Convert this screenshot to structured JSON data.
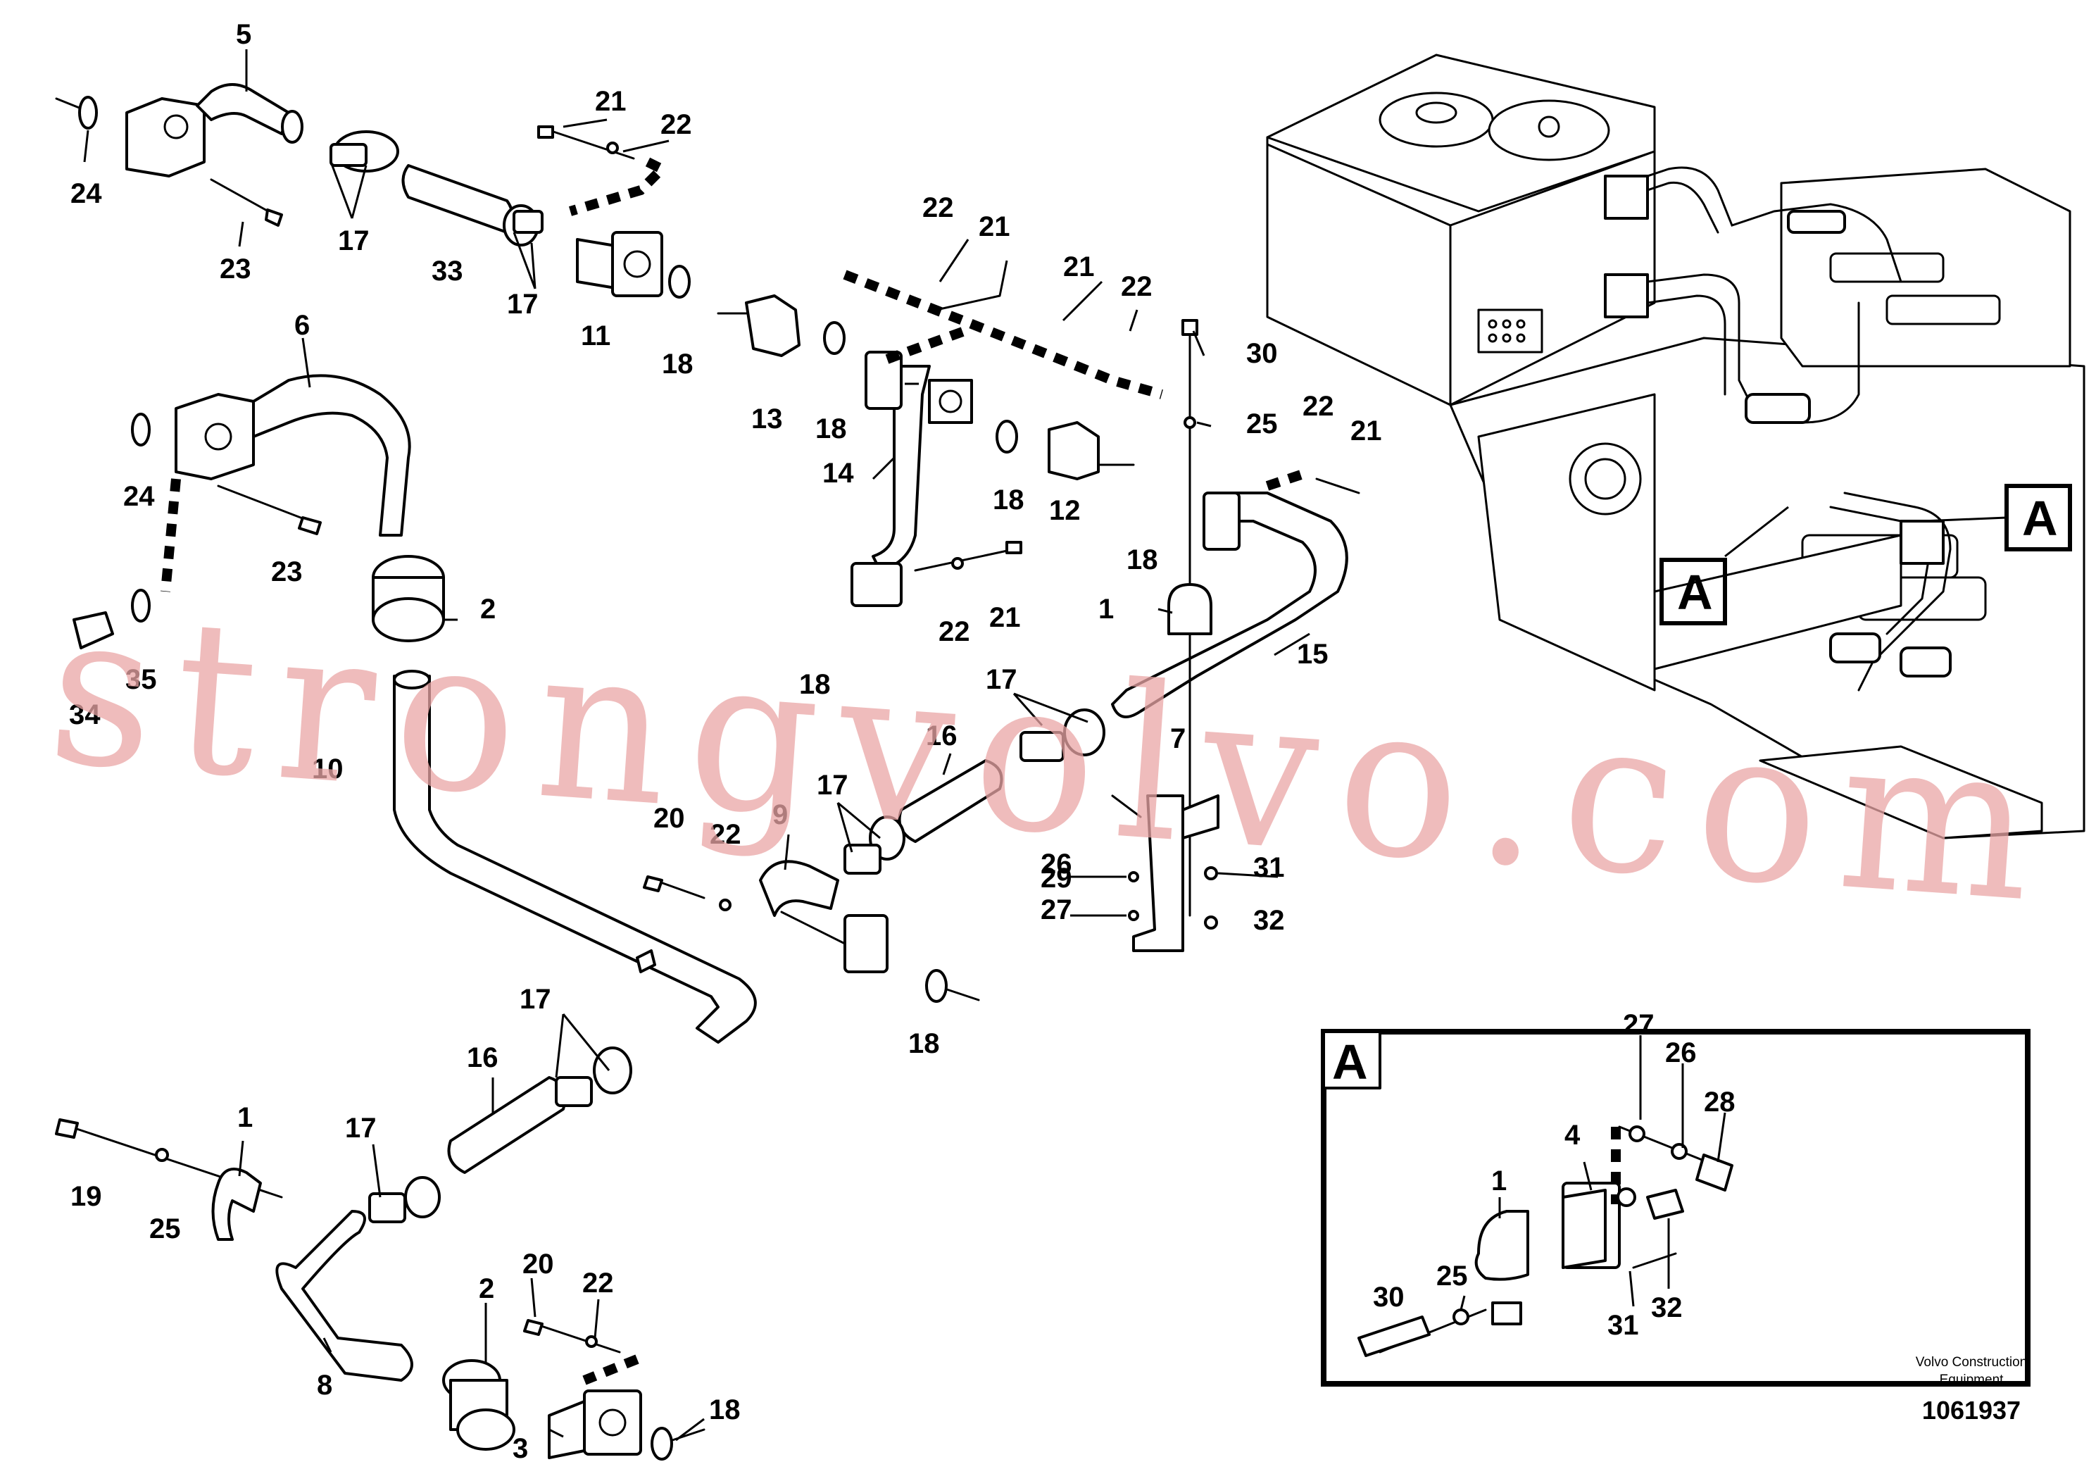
{
  "diagram": {
    "callouts": [
      {
        "id": "c5",
        "text": "5"
      },
      {
        "id": "c24a",
        "text": "24"
      },
      {
        "id": "c23a",
        "text": "23"
      },
      {
        "id": "c17a",
        "text": "17"
      },
      {
        "id": "c33",
        "text": "33"
      },
      {
        "id": "c17b",
        "text": "17"
      },
      {
        "id": "c11",
        "text": "11"
      },
      {
        "id": "c21a",
        "text": "21"
      },
      {
        "id": "c22a",
        "text": "22"
      },
      {
        "id": "c18a",
        "text": "18"
      },
      {
        "id": "c22b",
        "text": "22"
      },
      {
        "id": "c21b",
        "text": "21"
      },
      {
        "id": "c21c",
        "text": "21"
      },
      {
        "id": "c22c",
        "text": "22"
      },
      {
        "id": "c30a",
        "text": "30"
      },
      {
        "id": "c13",
        "text": "13"
      },
      {
        "id": "c18b",
        "text": "18"
      },
      {
        "id": "c25a",
        "text": "25"
      },
      {
        "id": "c22d",
        "text": "22"
      },
      {
        "id": "c21d",
        "text": "21"
      },
      {
        "id": "c6",
        "text": "6"
      },
      {
        "id": "c24b",
        "text": "24"
      },
      {
        "id": "c23b",
        "text": "23"
      },
      {
        "id": "c14",
        "text": "14"
      },
      {
        "id": "c18c",
        "text": "18"
      },
      {
        "id": "c12",
        "text": "12"
      },
      {
        "id": "c18d",
        "text": "18"
      },
      {
        "id": "c2a",
        "text": "2"
      },
      {
        "id": "c1a",
        "text": "1"
      },
      {
        "id": "c15",
        "text": "15"
      },
      {
        "id": "c22e",
        "text": "22"
      },
      {
        "id": "c21e",
        "text": "21"
      },
      {
        "id": "c35",
        "text": "35"
      },
      {
        "id": "c34",
        "text": "34"
      },
      {
        "id": "c18e",
        "text": "18"
      },
      {
        "id": "c17c",
        "text": "17"
      },
      {
        "id": "c10",
        "text": "10"
      },
      {
        "id": "c16a",
        "text": "16"
      },
      {
        "id": "c7",
        "text": "7"
      },
      {
        "id": "c17d",
        "text": "17"
      },
      {
        "id": "c20a",
        "text": "20"
      },
      {
        "id": "c22f",
        "text": "22"
      },
      {
        "id": "c9",
        "text": "9"
      },
      {
        "id": "c29",
        "text": "29"
      },
      {
        "id": "c26a",
        "text": "26"
      },
      {
        "id": "c31a",
        "text": "31"
      },
      {
        "id": "c27a",
        "text": "27"
      },
      {
        "id": "c32a",
        "text": "32"
      },
      {
        "id": "c18f",
        "text": "18"
      },
      {
        "id": "c17e",
        "text": "17"
      },
      {
        "id": "c16b",
        "text": "16"
      },
      {
        "id": "c1b",
        "text": "1"
      },
      {
        "id": "c17f",
        "text": "17"
      },
      {
        "id": "c19",
        "text": "19"
      },
      {
        "id": "c25b",
        "text": "25"
      },
      {
        "id": "c20b",
        "text": "20"
      },
      {
        "id": "c22g",
        "text": "22"
      },
      {
        "id": "c2b",
        "text": "2"
      },
      {
        "id": "c8",
        "text": "8"
      },
      {
        "id": "c18g",
        "text": "18"
      },
      {
        "id": "c3",
        "text": "3"
      },
      {
        "id": "dA27",
        "text": "27"
      },
      {
        "id": "dA26",
        "text": "26"
      },
      {
        "id": "dA28",
        "text": "28"
      },
      {
        "id": "dA4",
        "text": "4"
      },
      {
        "id": "dA1",
        "text": "1"
      },
      {
        "id": "dA25",
        "text": "25"
      },
      {
        "id": "dA30",
        "text": "30"
      },
      {
        "id": "dA31",
        "text": "31"
      },
      {
        "id": "dA32",
        "text": "32"
      }
    ],
    "view_labels": {
      "machine_a1": "A",
      "machine_a2": "A",
      "detail": "A"
    },
    "caption_line1": "Volvo Construction",
    "caption_line2": "Equipment",
    "document_number": "1061937",
    "watermark": "strongvolvo.com",
    "colors": {
      "line": "#000000",
      "watermark": "#e9a5a5",
      "background": "#ffffff"
    }
  }
}
